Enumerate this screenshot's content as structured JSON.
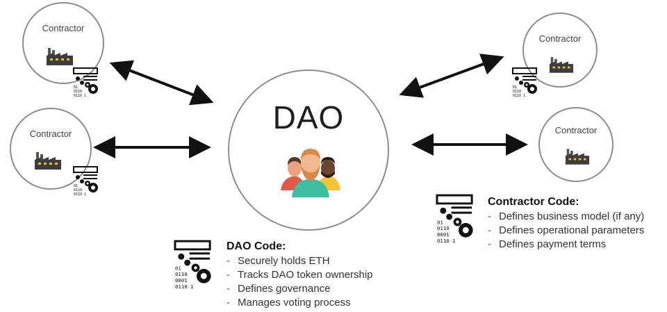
{
  "contractors": [
    {
      "label": "Contractor"
    },
    {
      "label": "Contractor"
    },
    {
      "label": "Contractor"
    },
    {
      "label": "Contractor"
    }
  ],
  "dao": {
    "title": "DAO"
  },
  "code_icon": {
    "lines": [
      "01",
      "0110",
      "0001",
      "0110 1"
    ]
  },
  "contractor_code": {
    "title": "Contractor Code:",
    "items": [
      "Defines business model (if any)",
      "Defines operational parameters",
      "Defines payment terms"
    ]
  },
  "dao_code": {
    "title": "DAO Code:",
    "items": [
      "Securely holds ETH",
      "Tracks DAO token ownership",
      "Defines governance",
      "Manages voting process"
    ]
  },
  "icons": [
    "factory-icon",
    "code-gears-icon",
    "people-icon",
    "double-arrow-icon"
  ],
  "colors": {
    "stroke": "#8c8c8c",
    "arrow": "#111111",
    "text": "#333333"
  }
}
